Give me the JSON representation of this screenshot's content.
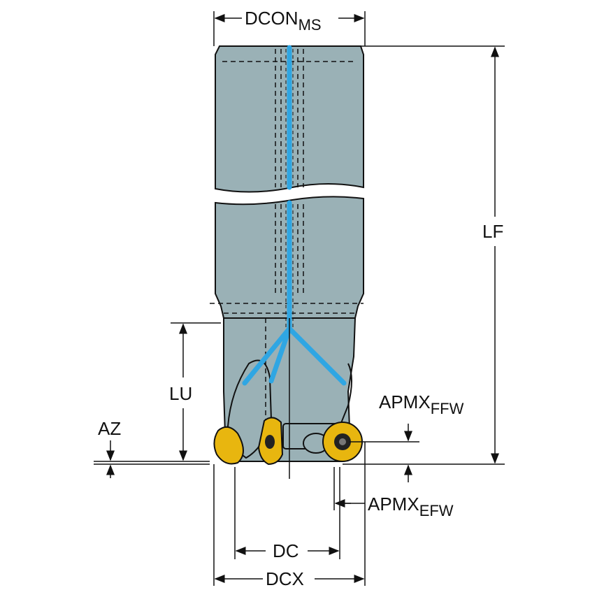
{
  "diagram": {
    "labels": {
      "dcon_main": "DCON",
      "dcon_sub": "MS",
      "lf": "LF",
      "lu": "LU",
      "az": "AZ",
      "apmx_ffw_main": "APMX",
      "apmx_ffw_sub": "FFW",
      "apmx_efw_main": "APMX",
      "apmx_efw_sub": "EFW",
      "dc": "DC",
      "dcx": "DCX"
    },
    "colors": {
      "tool_body": "#9ab1b6",
      "coolant_channel": "#2fa6e3",
      "insert": "#e8b60f",
      "outline": "#111111",
      "background": "#ffffff"
    }
  }
}
